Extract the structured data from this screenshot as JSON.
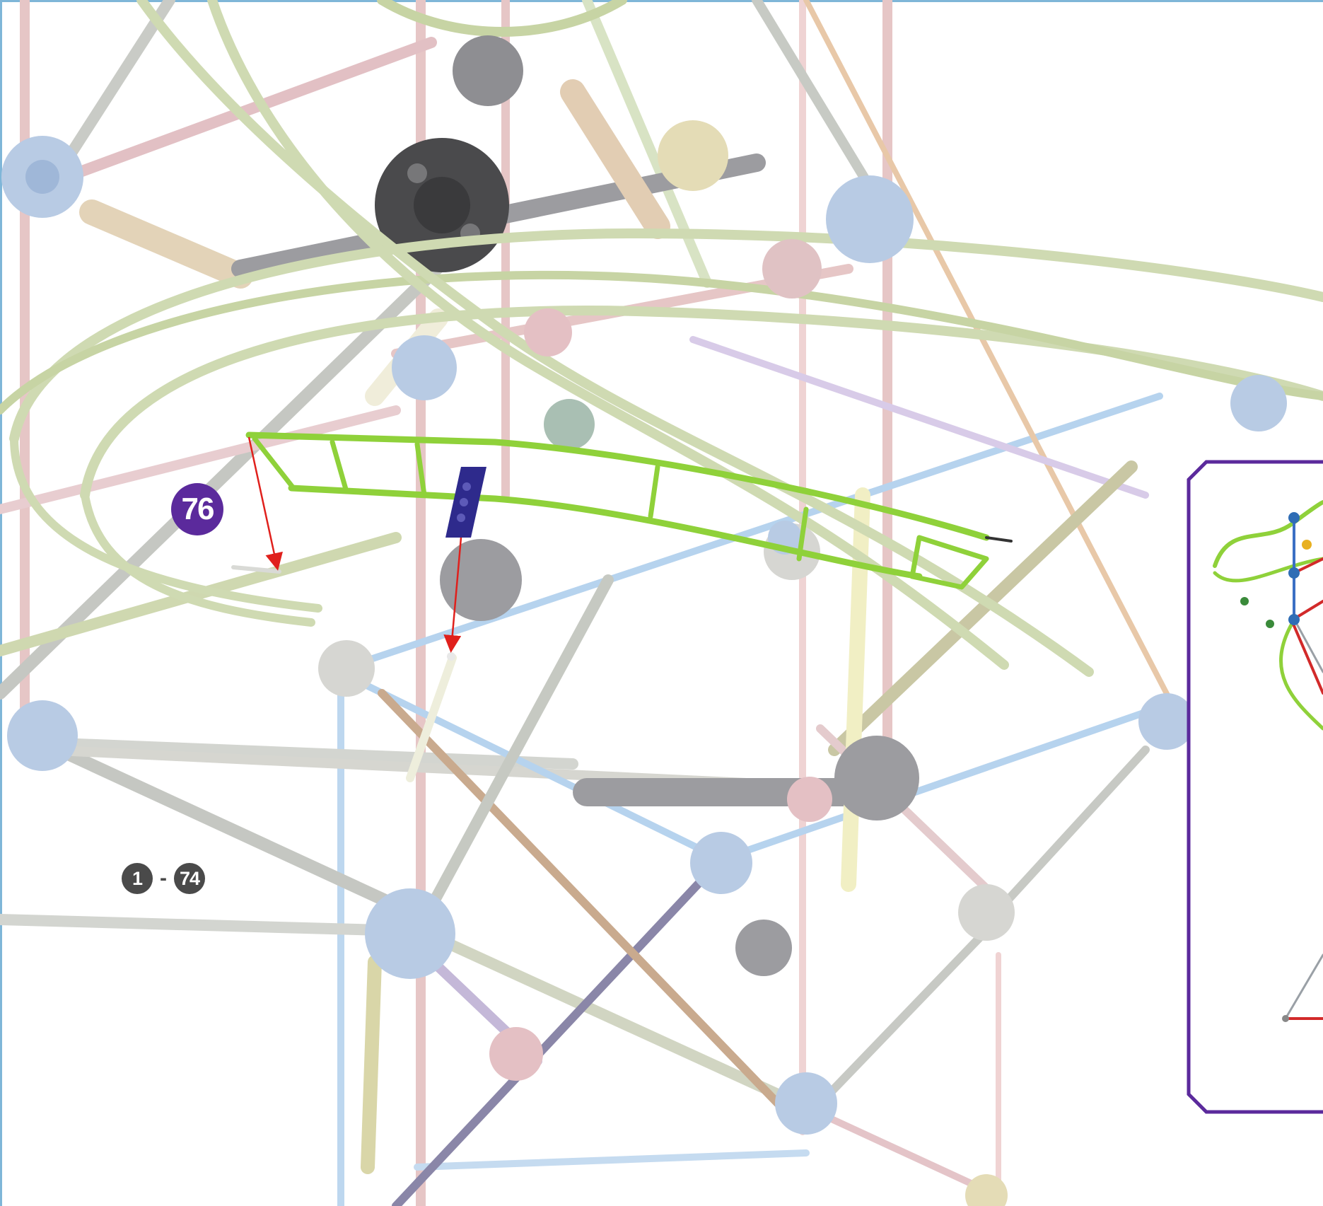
{
  "step": {
    "number": "76"
  },
  "previous_steps": {
    "from": "1",
    "dash": "-",
    "to": "74"
  },
  "colors": {
    "step_badge": "#5b2a9c",
    "previous_badge": "#4a4a4a",
    "new_track_part": "#8fd13a",
    "new_connector_part": "#2e2a8c",
    "arrow": "#e0201c",
    "frame": "#7fb6d8",
    "inset_border": "#5b2a9c"
  },
  "icons": {
    "assembly": "model-assembly-icon",
    "inset": "overview-thumbnail-icon"
  }
}
